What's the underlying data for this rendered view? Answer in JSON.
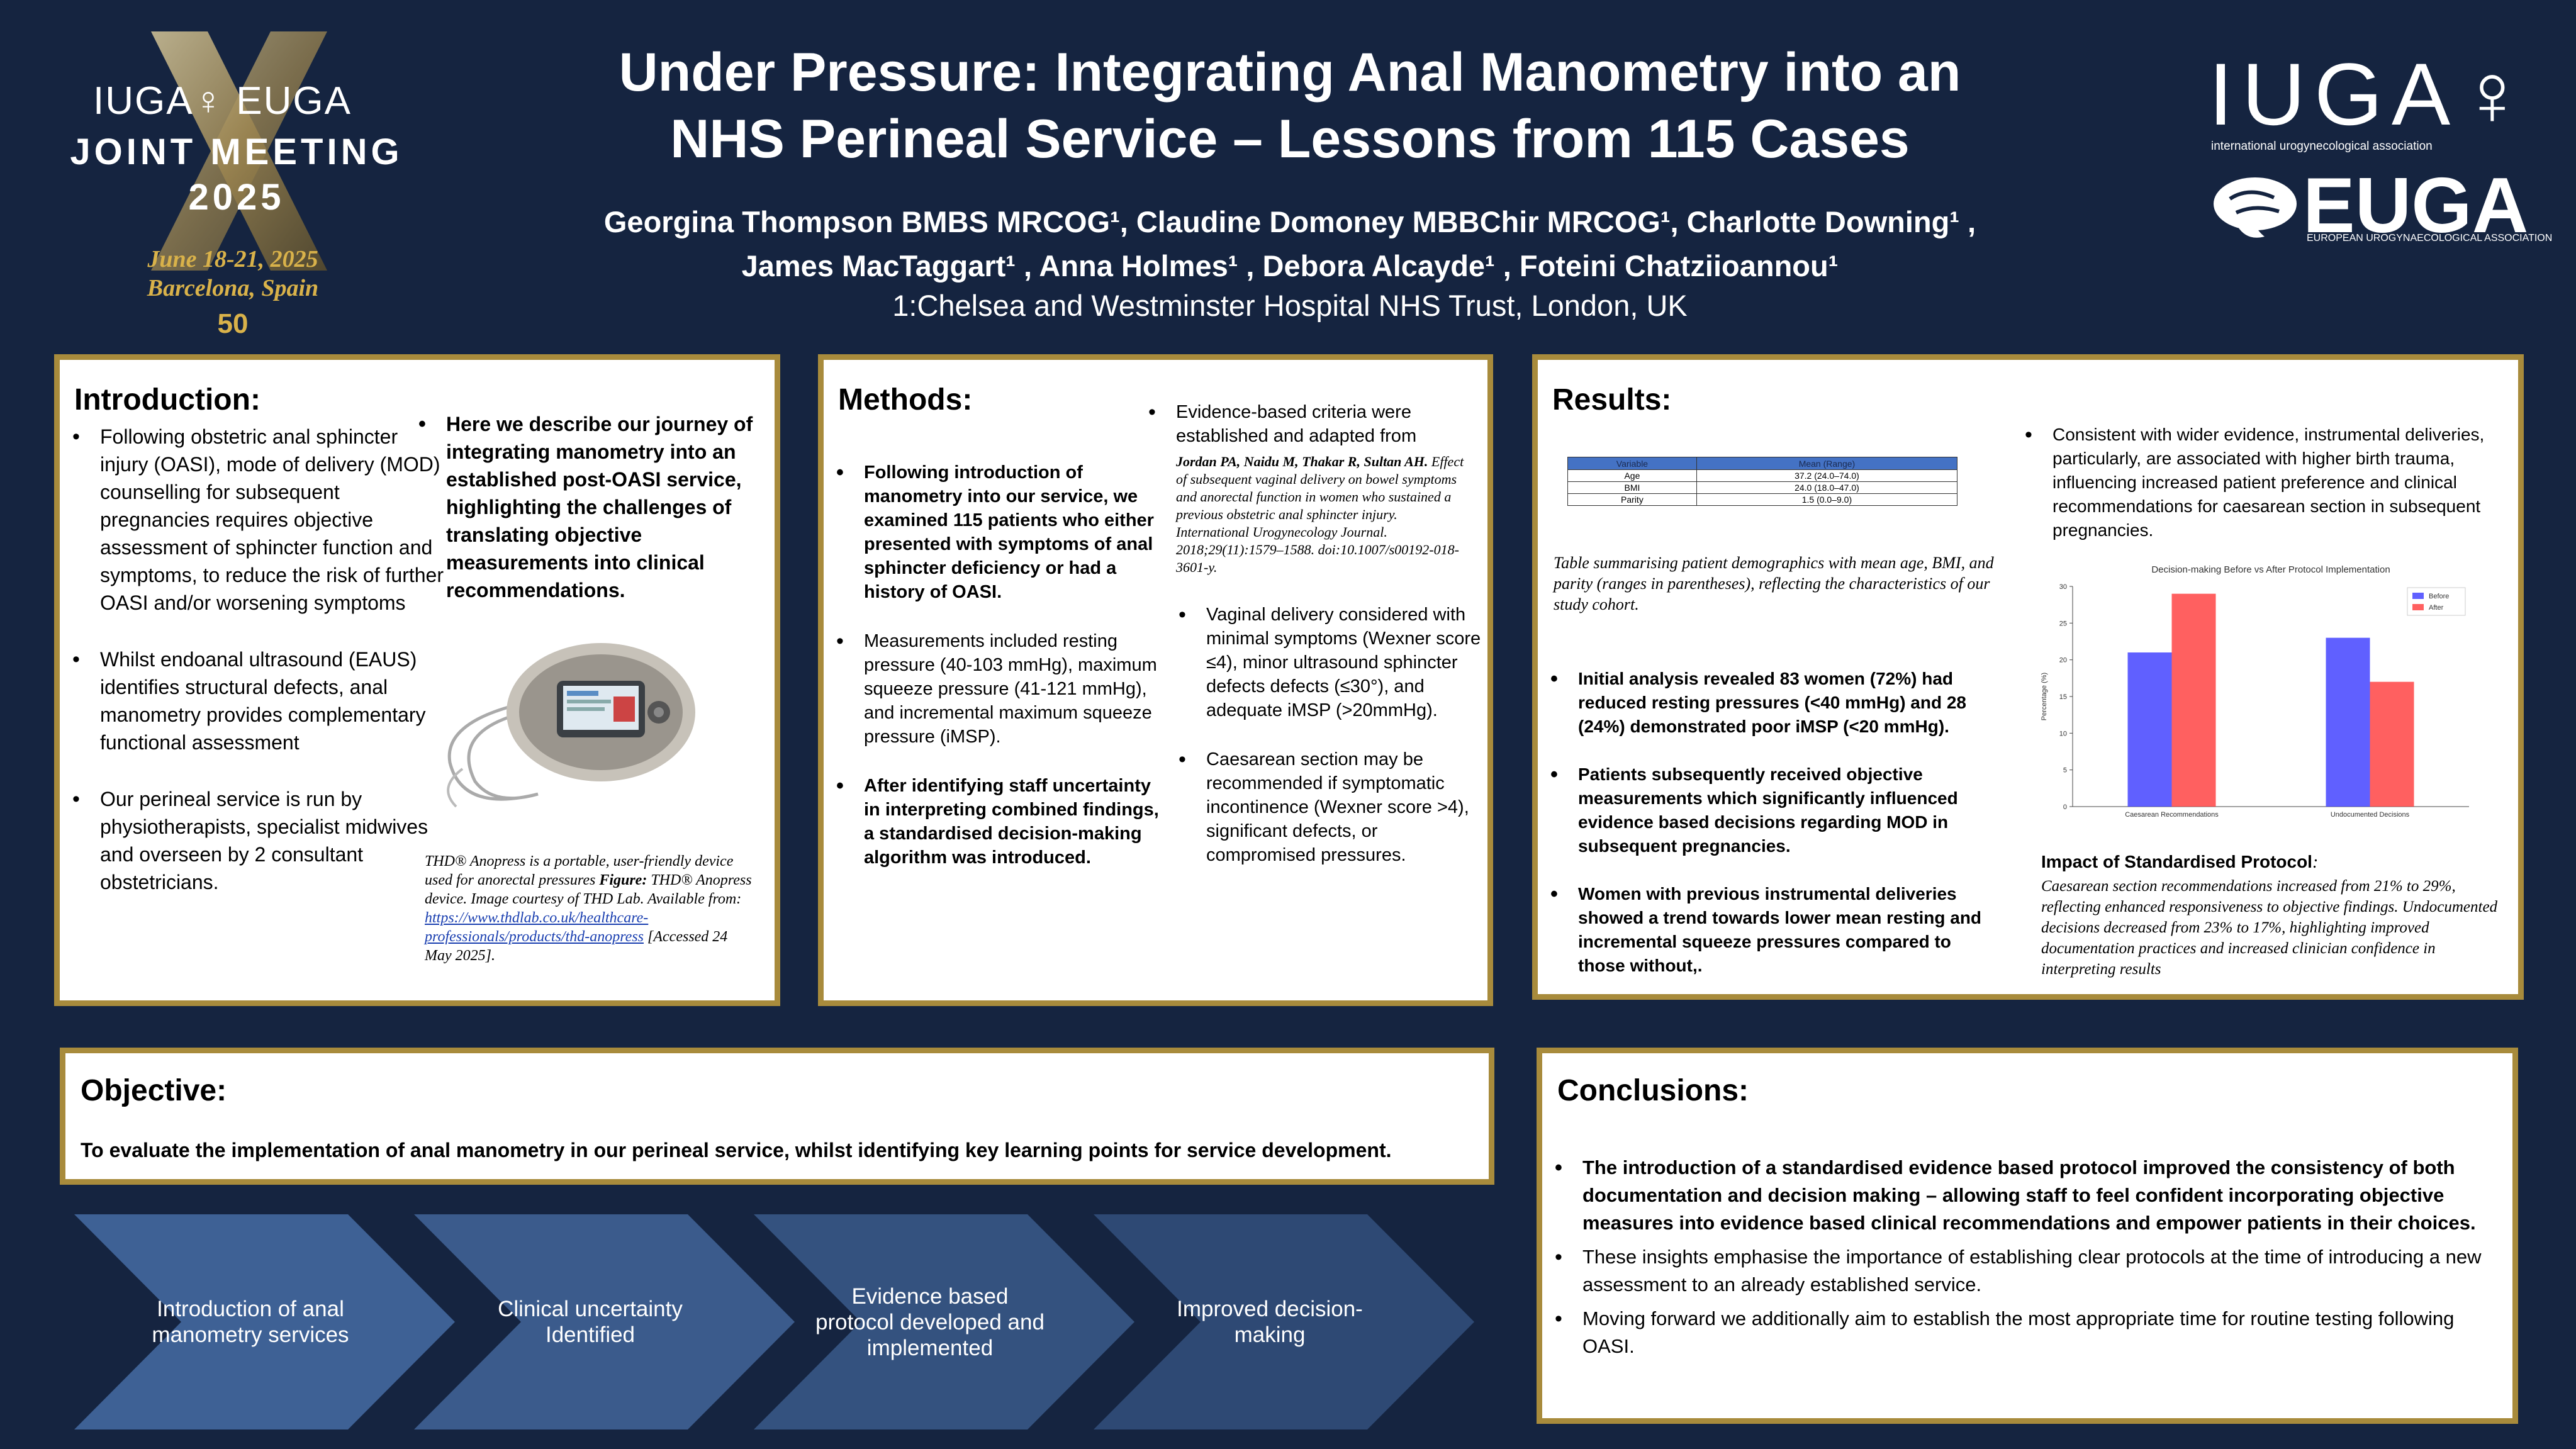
{
  "header": {
    "title_line1": "Under Pressure: Integrating Anal Manometry into an",
    "title_line2": "NHS Perineal Service – Lessons from 115 Cases",
    "authors_line1": "Georgina Thompson BMBS MRCOG¹, Claudine Domoney MBBChir MRCOG¹, Charlotte Downing¹ ,",
    "authors_line2": "James MacTaggart¹ , Anna Holmes¹ , Debora Alcayde¹ , Foteini Chatziioannou¹",
    "affiliation": "1:Chelsea and Westminster Hospital NHS Trust, London, UK"
  },
  "logo_left": {
    "brand": "IUGA♀ EUGA",
    "event": "JOINT MEETING",
    "year": "2025",
    "dates": "June 18-21, 2025",
    "city": "Barcelona, Spain",
    "anniversary": "50"
  },
  "logo_right": {
    "iuga": "IUGA♀",
    "iuga_sub": "international urogynecological association",
    "euga": "EUGA",
    "euga_sub": "EUROPEAN UROGYNAECOLOGICAL ASSOCIATION"
  },
  "introduction": {
    "heading": "Introduction:",
    "bullets": [
      "Following obstetric anal sphincter injury (OASI), mode of delivery (MOD) counselling for subsequent pregnancies requires objective assessment of sphincter function and symptoms, to reduce the risk of further OASI and/or worsening symptoms",
      "Whilst endoanal ultrasound (EAUS) identifies structural defects, anal manometry provides complementary functional assessment",
      "Our perineal service is run by physiotherapists, specialist midwives and overseen by 2 consultant obstetricians."
    ],
    "highlight": "Here we describe our journey of integrating manometry into an established post-OASI service, highlighting the challenges of translating objective measurements into clinical recommendations.",
    "caption_a": "THD® Anopress is a portable, user-friendly device used for anorectal pressures ",
    "caption_fig": "Figure:",
    "caption_b": " THD® Anopress device. Image courtesy of THD Lab. Available from: ",
    "caption_link": "https://www.thdlab.co.uk/healthcare-professionals/products/thd-anopress",
    "caption_c": " [Accessed 24 May 2025]."
  },
  "methods": {
    "heading": "Methods:",
    "bullets_left": [
      "Following introduction of manometry into our service, we examined 115 patients who either presented with symptoms of anal sphincter deficiency or had a history of OASI.",
      "Measurements included resting pressure (40-103 mmHg), maximum squeeze pressure (41-121 mmHg), and incremental maximum squeeze pressure (iMSP).",
      "After identifying staff uncertainty in interpreting combined findings, a standardised decision-making algorithm was introduced."
    ],
    "criteria_intro": "Evidence-based criteria were established and adapted from",
    "ref_authors": "Jordan PA, Naidu M, Thakar R, Sultan AH.",
    "ref_text": "Effect of subsequent vaginal delivery on bowel symptoms and anorectal function in women who sustained a previous obstetric anal sphincter injury. International Urogynecology Journal. 2018;29(11):1579–1588. doi:10.1007/s00192-018-3601-y.",
    "bullets_right": [
      "Vaginal delivery considered with minimal symptoms (Wexner score ≤4), minor ultrasound sphincter defects defects (≤30°), and adequate iMSP (>20mmHg).",
      "Caesarean section may be recommended if symptomatic incontinence (Wexner score >4), significant defects, or compromised pressures."
    ]
  },
  "results": {
    "heading": "Results:",
    "table": {
      "headers": [
        "Variable",
        "Mean (Range)"
      ],
      "rows": [
        [
          "Age",
          "37.2 (24.0–74.0)"
        ],
        [
          "BMI",
          "24.0 (18.0–47.0)"
        ],
        [
          "Parity",
          "1.5 (0.0–9.0)"
        ]
      ]
    },
    "table_caption": "Table summarising patient demographics with mean age, BMI, and parity (ranges in parentheses), reflecting the characteristics of our study cohort.",
    "bullets_left": [
      "Initial analysis revealed 83 women (72%) had reduced resting pressures (<40 mmHg) and 28 (24%) demonstrated poor iMSP (<20 mmHg).",
      "Patients subsequently received objective measurements which significantly influenced evidence based decisions regarding MOD in subsequent pregnancies.",
      "Women with previous instrumental deliveries showed a trend towards lower mean resting and incremental squeeze pressures compared to those without,."
    ],
    "bullet_right": "Consistent with wider evidence, instrumental deliveries, particularly, are associated with higher birth trauma, influencing increased patient preference and clinical recommendations for caesarean section in subsequent pregnancies.",
    "impact_title": "Impact of Standardised Protocol",
    "impact_colon": ":",
    "impact_text": "Caesarean section recommendations increased from 21% to 29%, reflecting enhanced responsiveness to objective findings. Undocumented decisions decreased from 23% to 17%, highlighting improved documentation practices and increased clinician confidence in interpreting results"
  },
  "chart_data": {
    "type": "bar",
    "title": "Decision-making Before vs After Protocol Implementation",
    "categories": [
      "Caesarean Recommendations",
      "Undocumented Decisions"
    ],
    "series": [
      {
        "name": "Before",
        "values": [
          21,
          23
        ],
        "color": "#4444ff"
      },
      {
        "name": "After",
        "values": [
          29,
          17
        ],
        "color": "#ff4444"
      }
    ],
    "ylabel": "Percentage (%)",
    "ylim": [
      0,
      30
    ],
    "yticks": [
      0,
      5,
      10,
      15,
      20,
      25,
      30
    ],
    "legend": "top-right",
    "grid": false
  },
  "objective": {
    "heading": "Objective:",
    "text": "To evaluate the implementation of anal manometry in our perineal service, whilst identifying key learning points for service development."
  },
  "flow": {
    "steps": [
      {
        "label": "Introduction of anal manometry services",
        "color": "#3e6195"
      },
      {
        "label": "Clinical uncertainty Identified",
        "color": "#3b5b8c"
      },
      {
        "label": "Evidence based protocol developed and implemented",
        "color": "#34527f"
      },
      {
        "label": "Improved decision-making",
        "color": "#2e4974"
      }
    ]
  },
  "conclusions": {
    "heading": "Conclusions:",
    "bullets": [
      "The introduction of a standardised evidence based protocol improved the consistency of both documentation and decision making – allowing staff to feel confident incorporating objective measures into evidence based clinical recommendations and empower patients in their choices.",
      "These insights emphasise the importance of establishing clear protocols at the time of introducing a new assessment to an already established service.",
      "Moving forward we additionally aim to establish the most appropriate time for routine testing following OASI."
    ]
  }
}
